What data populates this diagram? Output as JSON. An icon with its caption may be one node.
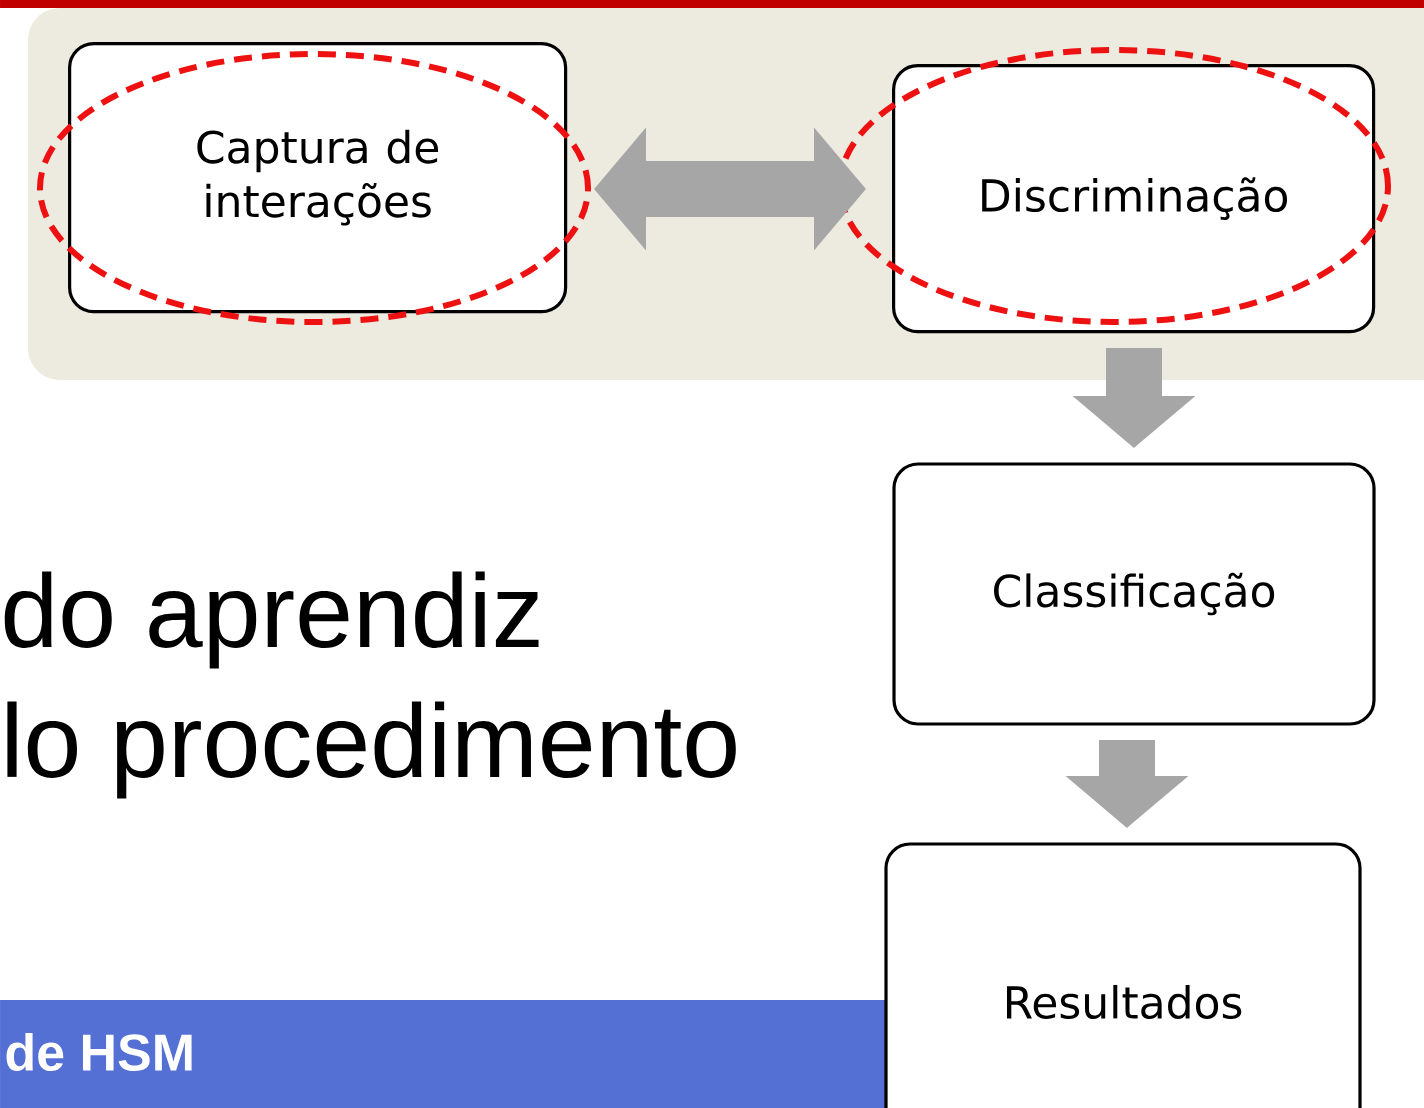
{
  "diagram": {
    "nodes": [
      {
        "text": [],
        "shape": "box"
      },
      {
        "text": [
          "Captura de interações"
        ],
        "in": 0
      },
      {
        "text": [
          "Discriminação"
        ],
        "in": 0
      },
      {
        "text": [
          "Classificação"
        ]
      },
      {
        "text": [
          "Resultados"
        ]
      }
    ],
    "edges": [
      {
        "from": 1,
        "to": 2,
        "arrow": "both"
      },
      {
        "from": 2,
        "to": 3,
        "arrow": "to"
      },
      {
        "from": 3,
        "to": 4,
        "arrow": "to"
      }
    ],
    "labels": [
      "do aprendiz",
      "lo procedimento",
      "de HSM"
    ]
  }
}
